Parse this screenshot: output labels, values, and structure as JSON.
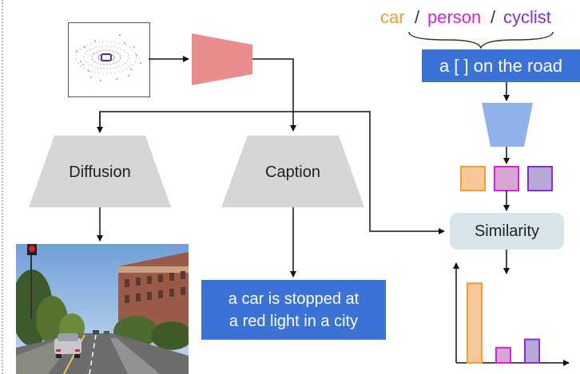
{
  "prompt": {
    "classes": [
      {
        "label": "car",
        "color": "#f0a030"
      },
      {
        "label": "person",
        "color": "#e020d8"
      },
      {
        "label": "cyclist",
        "color": "#8a2ad8"
      }
    ],
    "separator": "/",
    "template": "a [ ] on the road"
  },
  "modules": {
    "diffusion": "Diffusion",
    "caption": "Caption",
    "similarity": "Similarity"
  },
  "caption_output": {
    "line1": "a car is stopped at",
    "line2": "a red light in a city"
  },
  "colors": {
    "encoder_red": "#e88c8c",
    "text_encoder_blue": "#8fb2ec",
    "module_gray": "#d6d6d6",
    "box_blue": "#3a72d8",
    "similarity_bg": "#d7e4ea",
    "car": "#f0a030",
    "person": "#e020d8",
    "cyclist": "#8a2ad8"
  },
  "similarity_bars": {
    "categories": [
      "car",
      "person",
      "cyclist"
    ],
    "values": [
      0.95,
      0.18,
      0.28
    ]
  },
  "icons": {
    "point_cloud": "lidar-point-cloud-image",
    "generated_image": "street-scene-photo"
  }
}
